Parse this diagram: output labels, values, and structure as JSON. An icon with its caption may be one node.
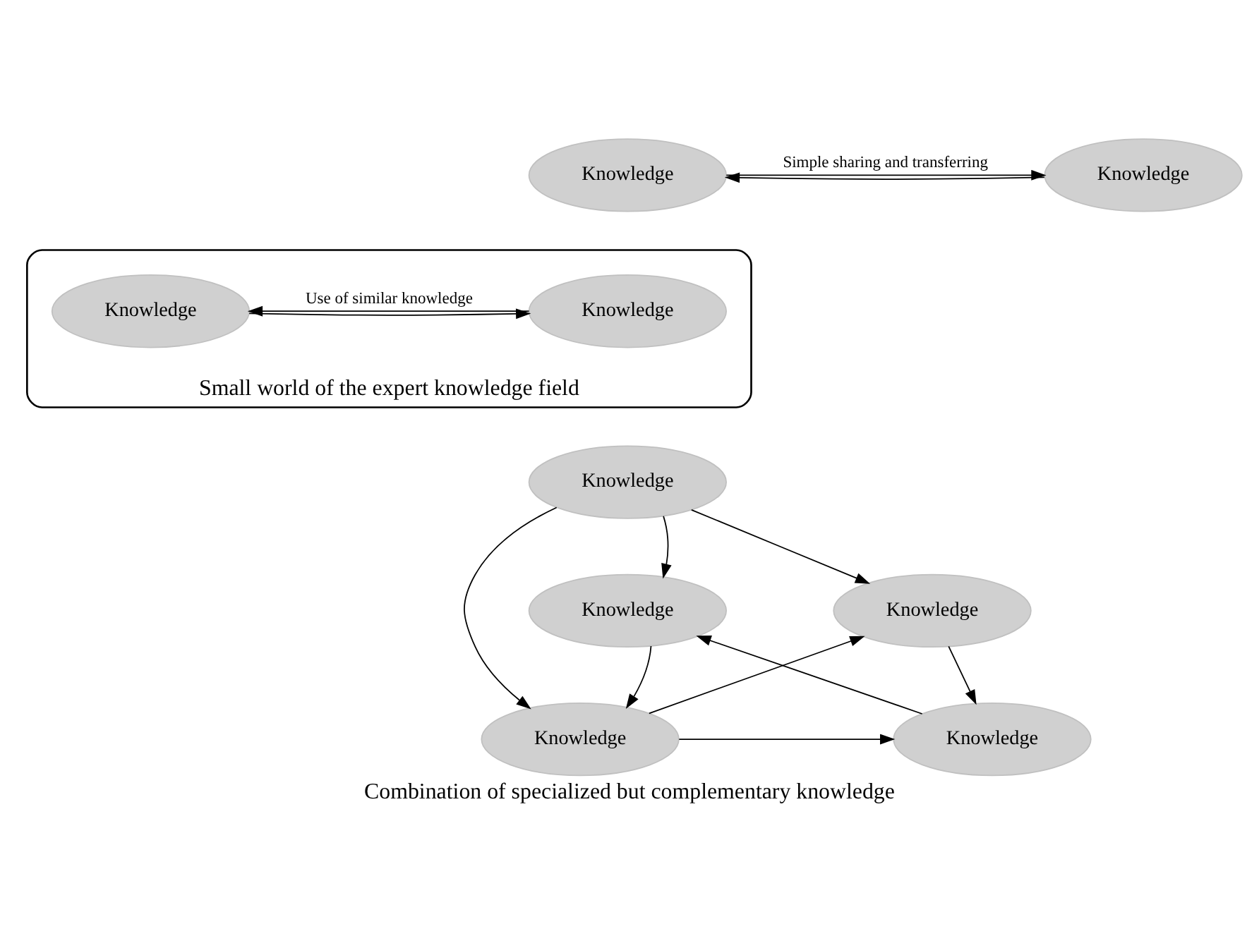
{
  "diagram": {
    "caption": "Combination of specialized but complementary knowledge",
    "nodes": [
      {
        "text": [
          "Knowledge"
        ]
      },
      {
        "text": [
          "Knowledge"
        ]
      },
      {
        "text": [
          "Small world of the expert knowledge field"
        ]
      },
      {
        "text": [
          "Knowledge"
        ],
        "in": 2
      },
      {
        "text": [
          "Knowledge"
        ],
        "in": 2
      },
      {
        "text": [
          "Knowledge"
        ]
      },
      {
        "text": [
          "Knowledge"
        ]
      },
      {
        "text": [
          "Knowledge"
        ]
      },
      {
        "text": [
          "Knowledge"
        ]
      },
      {
        "text": [
          "Knowledge"
        ]
      }
    ],
    "edges": [
      {
        "from": 0,
        "to": 1,
        "arrow": "to",
        "label": "Simple sharing and transferring"
      },
      {
        "from": 1,
        "to": 0,
        "arrow": "to"
      },
      {
        "from": 3,
        "to": 4,
        "arrow": "to",
        "label": "Use of similar knowledge"
      },
      {
        "from": 4,
        "to": 3,
        "arrow": "to"
      },
      {
        "from": 6,
        "to": 5,
        "arrow": "to"
      },
      {
        "from": 6,
        "to": 7,
        "arrow": "to"
      },
      {
        "from": 6,
        "to": 8,
        "arrow": "to"
      },
      {
        "from": 5,
        "to": 8,
        "arrow": "to"
      },
      {
        "from": 8,
        "to": 7,
        "arrow": "to"
      },
      {
        "from": 9,
        "to": 5,
        "arrow": "to"
      },
      {
        "from": 7,
        "to": 9,
        "arrow": "to"
      },
      {
        "from": 8,
        "to": 9,
        "arrow": "to"
      }
    ]
  }
}
